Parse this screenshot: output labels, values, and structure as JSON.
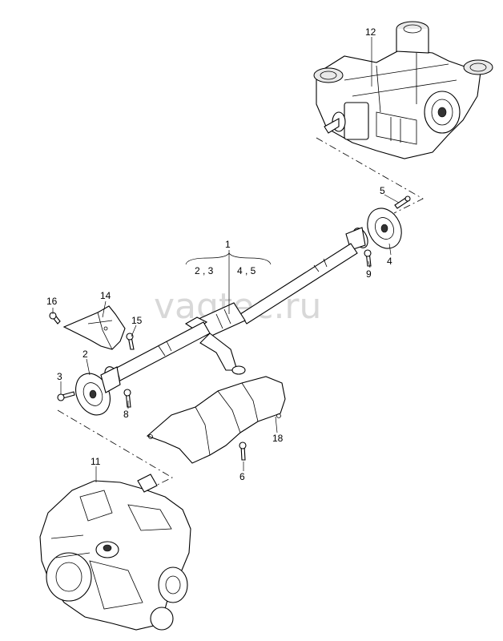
{
  "watermark": "vagtec.ru",
  "callouts": {
    "c1": "1",
    "c2": "2",
    "c3": "3",
    "c4": "4",
    "c5": "5",
    "c6": "6",
    "c8": "8",
    "c9": "9",
    "c11": "11",
    "c12": "12",
    "c14": "14",
    "c15": "15",
    "c16": "16",
    "c18": "18",
    "sub_left": "2 , 3",
    "sub_right": "4 , 5"
  }
}
